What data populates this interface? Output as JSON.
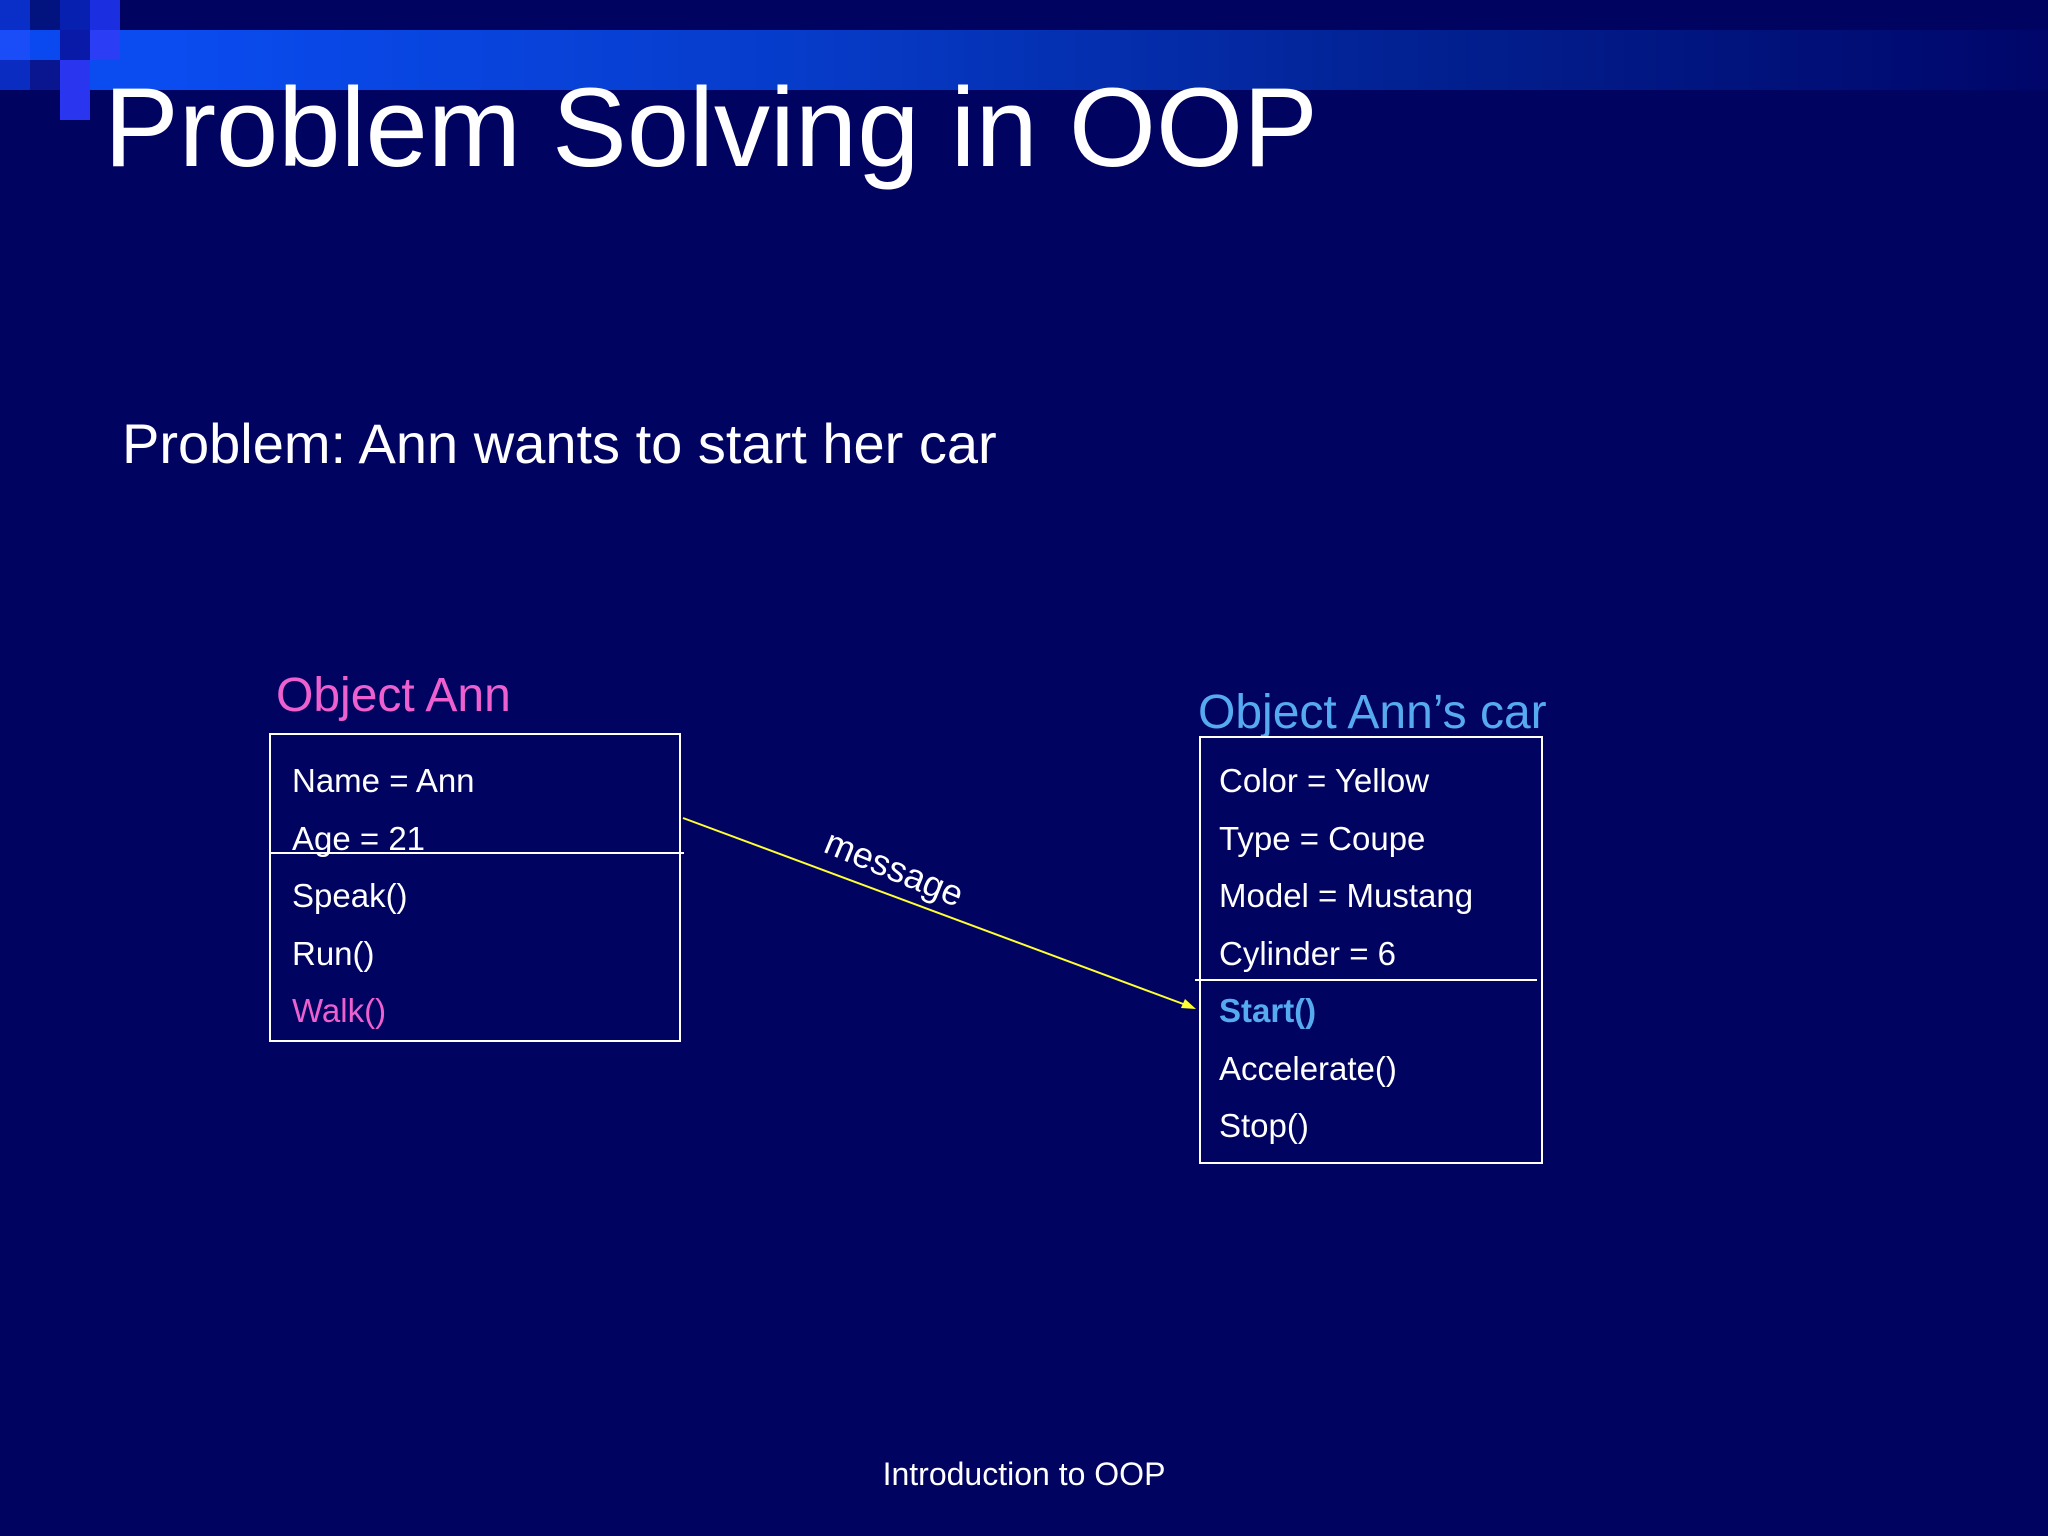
{
  "slide": {
    "title": "Problem Solving in OOP",
    "problem": "Problem: Ann wants to start her car",
    "footer": "Introduction to OOP"
  },
  "object_ann": {
    "heading": "Object Ann",
    "attributes": [
      "Name = Ann",
      "Age = 21"
    ],
    "methods": [
      "Speak()",
      "Run()",
      "Walk()"
    ]
  },
  "object_car": {
    "heading": "Object Ann’s car",
    "attributes": [
      "Color = Yellow",
      "Type = Coupe",
      "Model = Mustang",
      "Cylinder = 6"
    ],
    "methods": [
      "Start()",
      "Accelerate()",
      "Stop()"
    ]
  },
  "connector": {
    "label": "message"
  },
  "colors": {
    "background": "#000360",
    "accent_pink": "#ee5fd0",
    "accent_blue": "#56aaf0",
    "arrow": "#ffff33"
  }
}
